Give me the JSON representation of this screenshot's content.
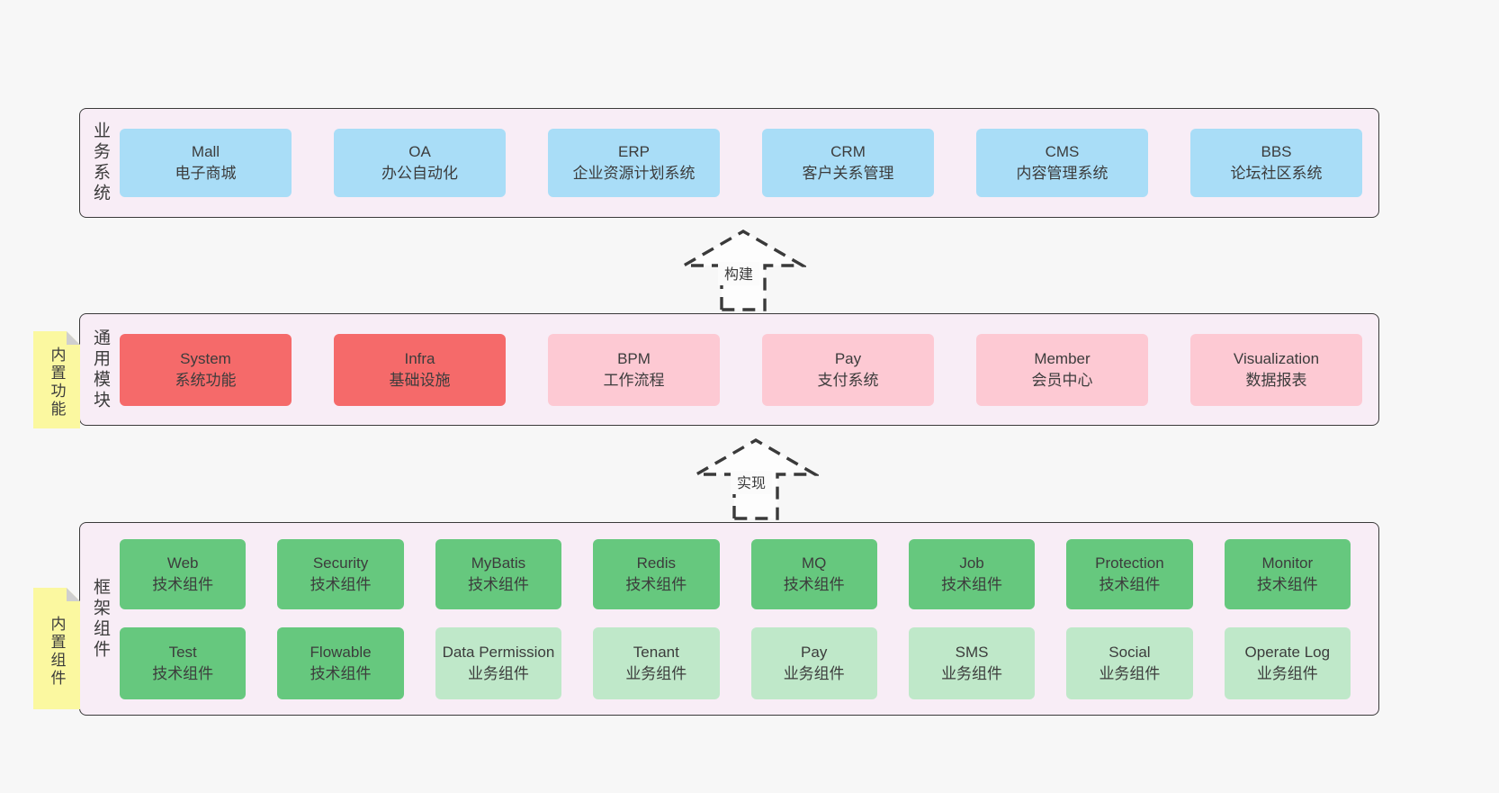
{
  "colors": {
    "page_background": "#f7f7f7",
    "layer_background": "#f8edf6",
    "layer_border": "#3a3a3a",
    "blue_box": "#a9ddf7",
    "red_box": "#f56a6a",
    "pink_box": "#fdc9d3",
    "green_box": "#66c87e",
    "light_green_box": "#bfe8c9",
    "sticky_yellow": "#fbf8a0",
    "sticky_fold": "#cfcfcf",
    "text": "#3f3f3f"
  },
  "stickies": [
    {
      "text": "内置功能"
    },
    {
      "text": "内置组件"
    }
  ],
  "arrows": [
    {
      "label": "构建"
    },
    {
      "label": "实现"
    }
  ],
  "layers": [
    {
      "id": "business-systems",
      "label": "业务系统",
      "rows": [
        [
          {
            "name": "Mall",
            "subtitle": "电子商城"
          },
          {
            "name": "OA",
            "subtitle": "办公自动化"
          },
          {
            "name": "ERP",
            "subtitle": "企业资源计划系统"
          },
          {
            "name": "CRM",
            "subtitle": "客户关系管理"
          },
          {
            "name": "CMS",
            "subtitle": "内容管理系统"
          },
          {
            "name": "BBS",
            "subtitle": "论坛社区系统"
          }
        ]
      ]
    },
    {
      "id": "common-modules",
      "label": "通用模块",
      "rows": [
        [
          {
            "name": "System",
            "subtitle": "系统功能"
          },
          {
            "name": "Infra",
            "subtitle": "基础设施"
          },
          {
            "name": "BPM",
            "subtitle": "工作流程"
          },
          {
            "name": "Pay",
            "subtitle": "支付系统"
          },
          {
            "name": "Member",
            "subtitle": "会员中心"
          },
          {
            "name": "Visualization",
            "subtitle": "数据报表"
          }
        ]
      ]
    },
    {
      "id": "framework-components",
      "label": "框架组件",
      "rows": [
        [
          {
            "name": "Web",
            "subtitle": "技术组件"
          },
          {
            "name": "Security",
            "subtitle": "技术组件"
          },
          {
            "name": "MyBatis",
            "subtitle": "技术组件"
          },
          {
            "name": "Redis",
            "subtitle": "技术组件"
          },
          {
            "name": "MQ",
            "subtitle": "技术组件"
          },
          {
            "name": "Job",
            "subtitle": "技术组件"
          },
          {
            "name": "Protection",
            "subtitle": "技术组件"
          },
          {
            "name": "Monitor",
            "subtitle": "技术组件"
          }
        ],
        [
          {
            "name": "Test",
            "subtitle": "技术组件"
          },
          {
            "name": "Flowable",
            "subtitle": "技术组件"
          },
          {
            "name": "Data Permission",
            "subtitle": "业务组件"
          },
          {
            "name": "Tenant",
            "subtitle": "业务组件"
          },
          {
            "name": "Pay",
            "subtitle": "业务组件"
          },
          {
            "name": "SMS",
            "subtitle": "业务组件"
          },
          {
            "name": "Social",
            "subtitle": "业务组件"
          },
          {
            "name": "Operate Log",
            "subtitle": "业务组件"
          }
        ]
      ]
    }
  ]
}
